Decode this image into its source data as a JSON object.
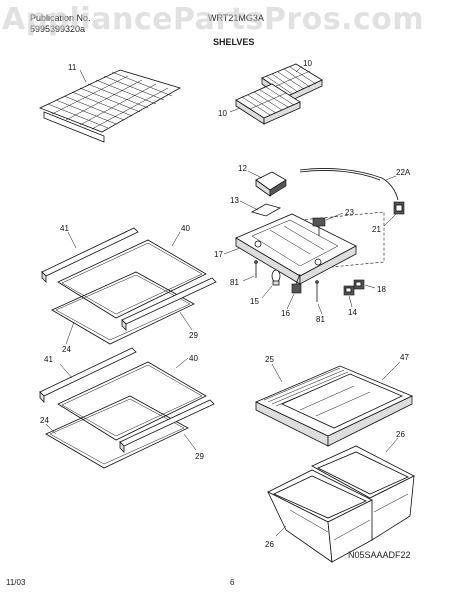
{
  "header": {
    "publication_label": "Publication No.",
    "publication_number": "5995399320a",
    "model": "WRT21MG3A",
    "section": "SHELVES",
    "watermark": "AppliancePartsPros.com"
  },
  "footer": {
    "date": "11/03",
    "page": "6",
    "diagram_code": "N05SAAADF22"
  },
  "callouts": {
    "c11": "11",
    "c10a": "10",
    "c10b": "10",
    "c12": "12",
    "c22a": "22A",
    "c13": "13",
    "c23": "23",
    "c21": "21",
    "c17": "17",
    "c81a": "81",
    "c18": "18",
    "c15": "15",
    "c16": "16",
    "c81b": "81",
    "c14": "14",
    "c41a": "41",
    "c40a": "40",
    "c29a": "29",
    "c24a": "24",
    "c41b": "41",
    "c40b": "40",
    "c24b": "24",
    "c29b": "29",
    "c25": "25",
    "c47": "47",
    "c26a": "26",
    "c26b": "26"
  }
}
